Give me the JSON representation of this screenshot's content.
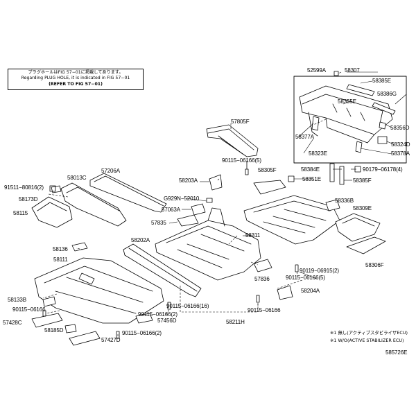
{
  "note": {
    "line_jp": "プラグホールはFIG 57−01に掲載してあります。",
    "line_en": "Regarding PLUG HOLE, it is indicated in FIG 57−01",
    "line_ref": "(REFER TO FIG 57−01)"
  },
  "parts": {
    "p52599A": "52599A",
    "p58307": "58307",
    "p58385E": "58385E",
    "p58386G": "58386G",
    "p58355E": "58355E",
    "p58356D": "58356D",
    "p58377A": "58377A",
    "p58324D": "58324D",
    "p58323E": "58323E",
    "p58378A": "58378A",
    "p57805F": "57805F",
    "p90115_5a": "90115−06166(5)",
    "p58384E": "58384E",
    "p90179": "90179−06178(4)",
    "p58305F": "58305F",
    "p58351E": "58351E",
    "p58385F": "58385F",
    "p91511": "91511−80816(2)",
    "p58013C": "58013C",
    "p57206A": "57206A",
    "p58203A": "58203A",
    "pG929N": "G929N−52010",
    "p58336B": "58336B",
    "p58173D": "58173D",
    "p57063A": "57063A",
    "p58309E": "58309E",
    "p58115": "58115",
    "p57835": "57835",
    "p58311": "58311",
    "p58202A": "58202A",
    "p58306F": "58306F",
    "p58136": "58136",
    "p58111": "58111",
    "p90119": "90119−06915(2)",
    "p57836": "57836",
    "p90115_5b": "90115−06166(5)",
    "p58204A": "58204A",
    "p58133B": "58133B",
    "p90115_left": "90115−06166",
    "p90115_16": "90115−06166(16)",
    "p90115_mid": "90115−06166",
    "p57428C": "57428C",
    "p90115_2a": "90115−06166(2)",
    "p57456D": "57456D",
    "p58211H": "58211H",
    "p58185D": "58185D",
    "p90115_2b": "90115−06166(2)",
    "p57427D": "57427D"
  },
  "footnotes": {
    "fn_jp": "※1 無し(アクティブスタビライザECU)",
    "fn_en": "※1 W/O(ACTIVE STABILIZER ECU)"
  },
  "figure_code": "585726E",
  "colors": {
    "line": "#000000",
    "background": "#ffffff"
  }
}
